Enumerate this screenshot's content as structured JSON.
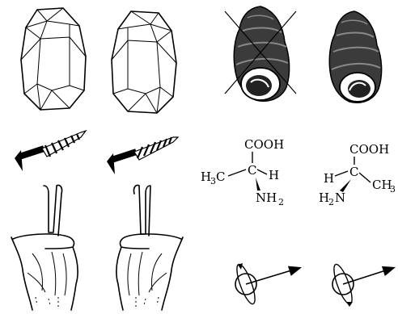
{
  "molecule_left": {
    "cooh": "COOH",
    "h": "H",
    "ch3_left_main": "H",
    "ch3_left_sub": "3",
    "ch3_left_c": "C",
    "nh2_main": "NH",
    "nh2_sub": "2",
    "c_center": "C"
  },
  "molecule_right": {
    "cooh": "COOH",
    "h": "H",
    "ch3_main": "CH",
    "ch3_sub": "3",
    "h2n_h": "H",
    "h2n_sub": "2",
    "h2n_n": "N",
    "c_center": "C"
  }
}
